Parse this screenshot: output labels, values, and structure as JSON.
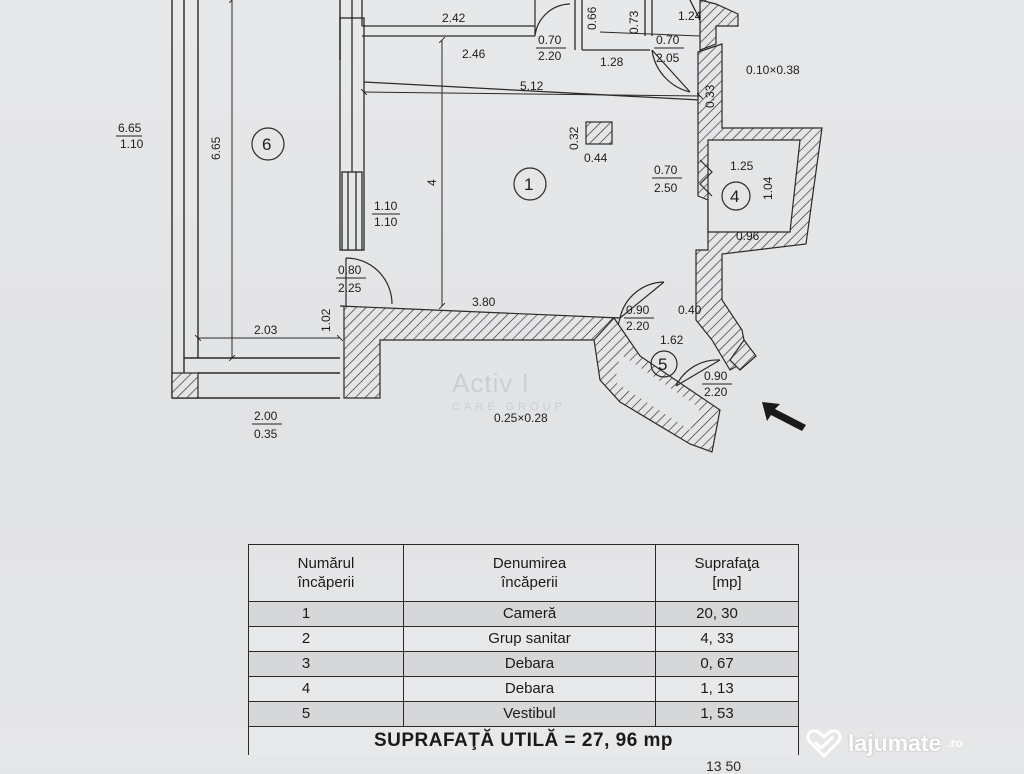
{
  "plan": {
    "dimensions": {
      "d_242": "2.42",
      "d_246": "2.46",
      "d_512": "5.12",
      "d_128": "1.28",
      "d_124": "1.24",
      "d_066": "0.66",
      "d_073": "0.73",
      "door_070_220_top": "0.70",
      "door_070_220_top_h": "2.20",
      "door_070_205": "0.70",
      "door_070_205_h": "2.05",
      "vent_010": "0.10×0.38",
      "d_032": "0.32",
      "d_044": "0.44",
      "d_4": "4",
      "d_665_label": "6.65",
      "d_665_frac_top": "6.65",
      "d_665_frac_bot": "1.10",
      "win_110_top": "1.10",
      "win_110_bot": "1.10",
      "door_080": "0.80",
      "door_080_h": "2.25",
      "d_102": "1.02",
      "d_203": "2.03",
      "d_200_top": "2.00",
      "d_200_bot": "0.35",
      "d_380": "3.80",
      "door_090_mid": "0.90",
      "door_090_mid_h": "2.20",
      "d_040": "0.40",
      "d_162": "1.62",
      "door_090_out": "0.90",
      "door_090_out_h": "2.20",
      "vent_025": "0.25×0.28",
      "door_070_250": "0.70",
      "door_070_250_h": "2.50",
      "d_125": "1.25",
      "d_104": "1.04",
      "d_096": "0.96",
      "d_033": "0.33"
    },
    "rooms": [
      "1",
      "4",
      "5",
      "6"
    ],
    "watermark": "Activ I",
    "watermark_sub": "CARE GROUP"
  },
  "table": {
    "headers": {
      "num": [
        "Numărul",
        "încăperii"
      ],
      "name": [
        "Denumirea",
        "încăperii"
      ],
      "area": [
        "Suprafaţa",
        "[mp]"
      ]
    },
    "rows": [
      {
        "num": "1",
        "name": "Cameră",
        "area": "20, 30"
      },
      {
        "num": "2",
        "name": "Grup sanitar",
        "area": "4, 33"
      },
      {
        "num": "3",
        "name": "Debara",
        "area": "0, 67"
      },
      {
        "num": "4",
        "name": "Debara",
        "area": "1, 13"
      },
      {
        "num": "5",
        "name": "Vestibul",
        "area": "1, 53"
      }
    ],
    "total": "SUPRAFAŢĂ UTILĂ = 27, 96 mp",
    "cutoff": "13 50"
  },
  "logo": {
    "text": "lajumate",
    "suffix": ".ro"
  }
}
